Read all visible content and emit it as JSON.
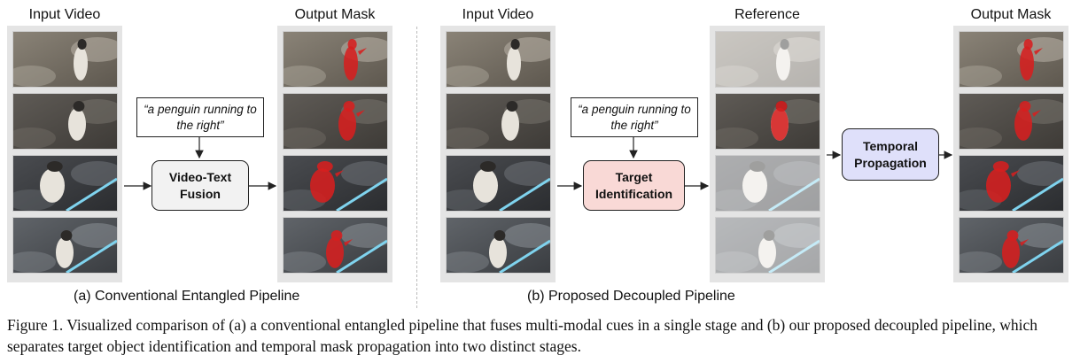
{
  "panel_a": {
    "input_title": "Input Video",
    "output_title": "Output Mask",
    "query": [
      "“a penguin running",
      "to the right”"
    ],
    "fusion_box": [
      "Video-Text",
      "Fusion"
    ],
    "caption": "(a) Conventional Entangled Pipeline"
  },
  "panel_b": {
    "input_title": "Input Video",
    "reference_title": "Reference",
    "output_title": "Output Mask",
    "query": [
      "“a penguin running",
      "to the right”"
    ],
    "identification_box": [
      "Target",
      "Identification"
    ],
    "propagation_box": [
      "Temporal",
      "Propagation"
    ],
    "caption": "(b) Proposed Decoupled Pipeline"
  },
  "colors": {
    "fusion_fill": "#f2f2f2",
    "identification_fill": "#f9d9d6",
    "propagation_fill": "#dfe0fa",
    "mask_red": "#d61f1f"
  },
  "figure_caption": "Figure 1. Visualized comparison of (a) a conventional entangled pipeline that fuses multi-modal cues in a single stage and (b) our proposed decoupled pipeline, which separates target object identification and temporal mask propagation into two distinct stages."
}
